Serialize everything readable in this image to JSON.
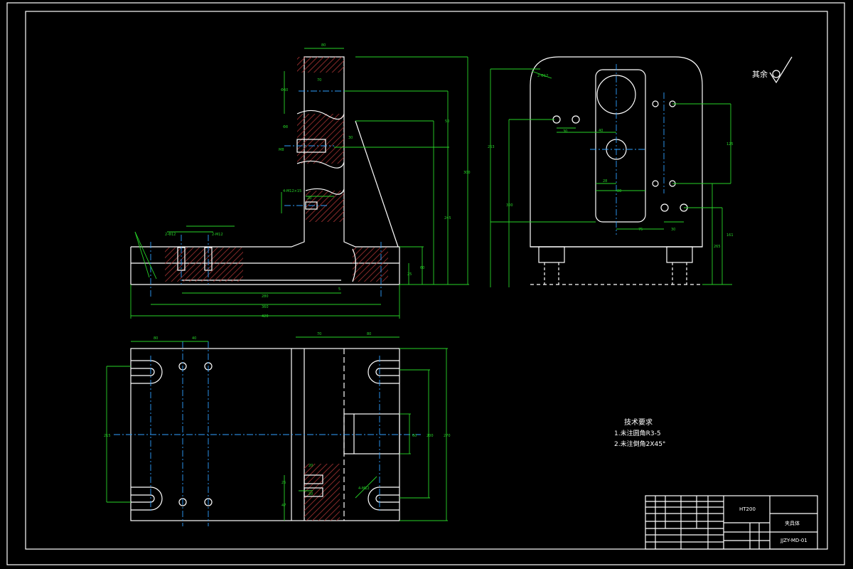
{
  "roughness_note": "其余",
  "tech_req": {
    "title": "技术要求",
    "line1": "1.未注圆角R3-5",
    "line2": "2.未注倒角2X45°"
  },
  "title_block": {
    "material": "HT200",
    "part_name": "夹具体",
    "drawing_no": "JJZY-MD-01"
  },
  "dims": {
    "front": [
      "80",
      "70",
      "Φ60",
      "50",
      "Φ8",
      "M8",
      "4-M12×15",
      "20",
      "300",
      "245",
      "25",
      "60",
      "5",
      "280",
      "360",
      "420",
      "2-Φ12",
      "2-M12",
      "30"
    ],
    "side": [
      "2-Φ12",
      "30",
      "40",
      "28",
      "80",
      "75",
      "30",
      "300",
      "125",
      "263",
      "161",
      "265"
    ],
    "top": [
      "80",
      "40",
      "70",
      "80",
      "215",
      "60",
      "200",
      "270",
      "20",
      "25",
      "47",
      "4-M12",
      "20"
    ]
  }
}
